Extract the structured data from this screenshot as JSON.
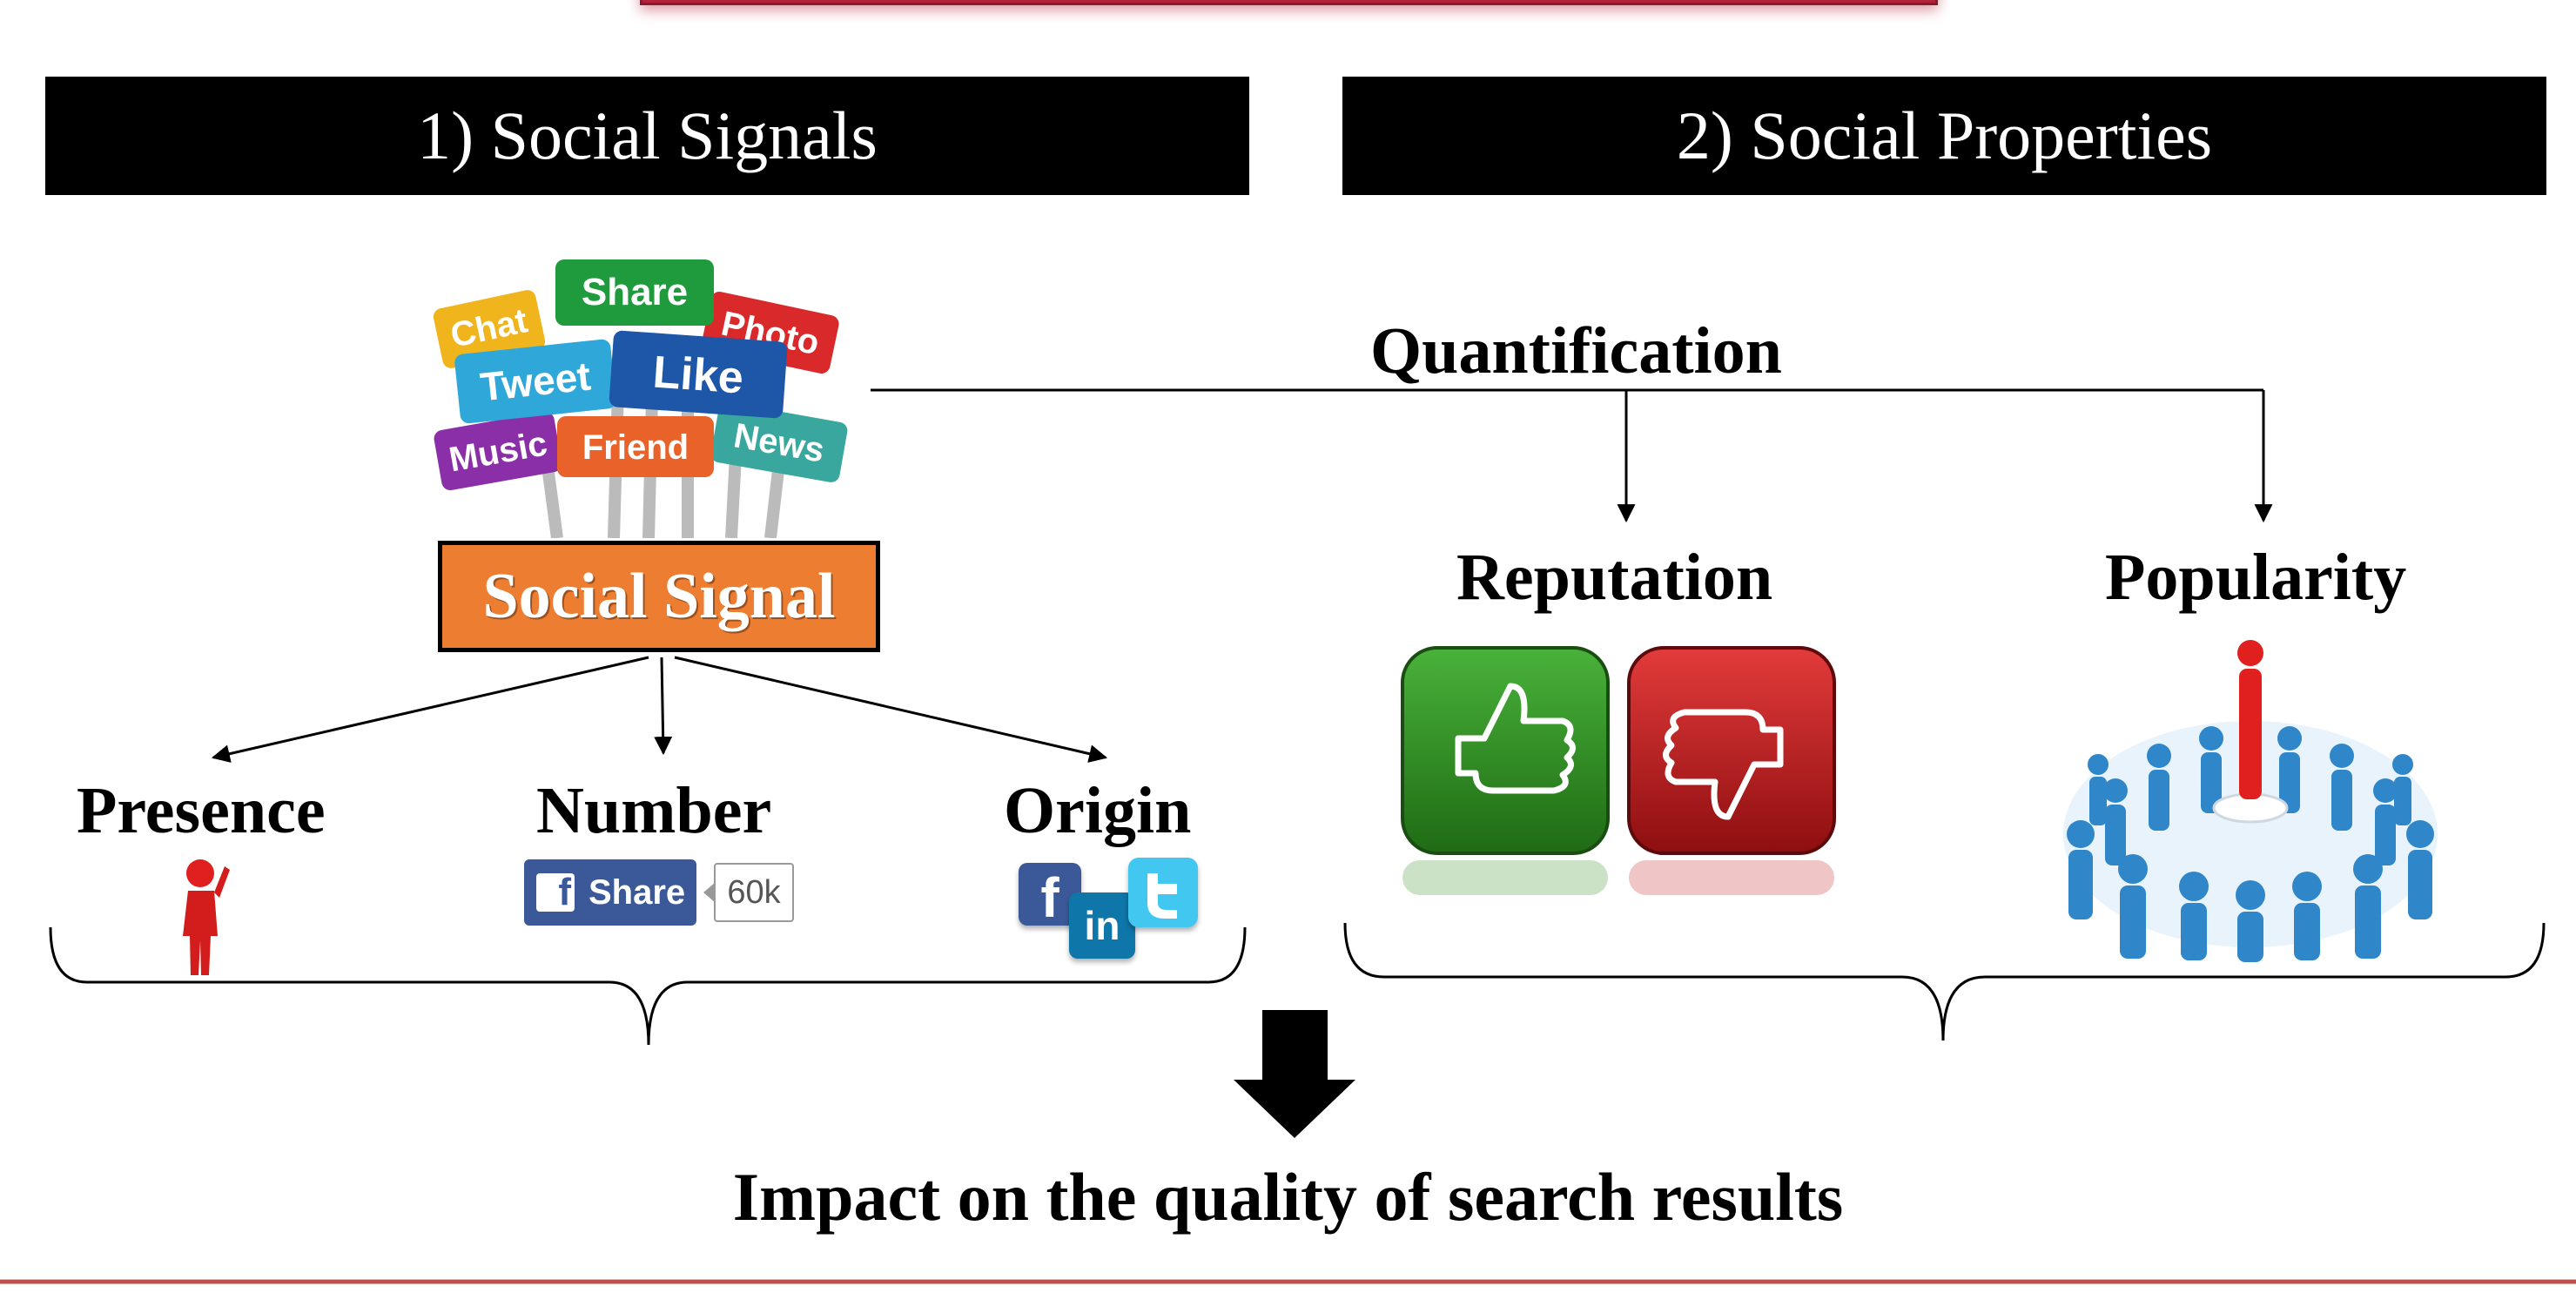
{
  "headers": {
    "left": "1) Social Signals",
    "right": "2) Social Properties"
  },
  "left": {
    "signs": [
      "Chat",
      "Share",
      "Photo",
      "Tweet",
      "Like",
      "Music",
      "Friend",
      "News"
    ],
    "box_label": "Social Signal",
    "children": {
      "presence": "Presence",
      "number": "Number",
      "origin": "Origin"
    },
    "share_button": {
      "label": "Share",
      "count": "60k"
    },
    "origin_icons": {
      "facebook": "f",
      "linkedin": "in"
    }
  },
  "right": {
    "quantification": "Quantification",
    "reputation": "Reputation",
    "popularity": "Popularity"
  },
  "result": "Impact on the quality of search results",
  "colors": {
    "header_bg": "#000000",
    "signal_box": "#ed7d31",
    "thumbs_up": "#2e8b1f",
    "thumbs_down": "#c4161c",
    "accent_red": "#b3243a",
    "people_blue": "#2f86c9"
  }
}
